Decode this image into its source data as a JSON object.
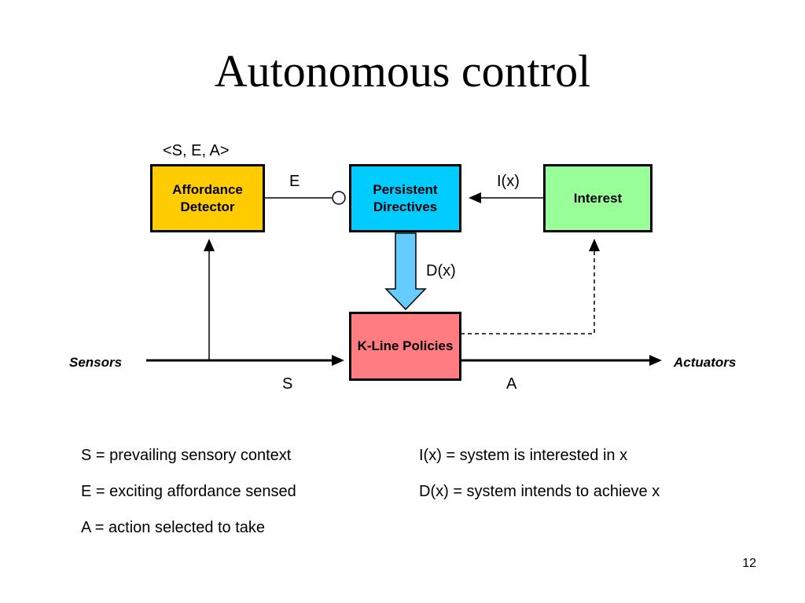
{
  "slide": {
    "title": "Autonomous control",
    "page_number": "12"
  },
  "diagram": {
    "tuple_label": "<S, E, A>",
    "nodes": {
      "affordance_detector": {
        "label": "Affordance Detector",
        "color": "#ffcc00"
      },
      "persistent_directives": {
        "label": "Persistent Directives",
        "color": "#00ccff"
      },
      "interest": {
        "label": "Interest",
        "color": "#99ff99"
      },
      "kline_policies": {
        "label": "K-Line Policies",
        "color": "#ff7c80"
      }
    },
    "edge_labels": {
      "e": "E",
      "ix": "I(x)",
      "dx": "D(x)",
      "s": "S",
      "a": "A"
    },
    "io": {
      "sensors": "Sensors",
      "actuators": "Actuators"
    },
    "arrow_fill_color": "#66ccff"
  },
  "legend": {
    "s": "S = prevailing sensory context",
    "e": "E = exciting affordance sensed",
    "a": "A = action selected to take",
    "ix": "I(x) = system is interested in x",
    "dx": "D(x) = system intends to achieve x"
  }
}
